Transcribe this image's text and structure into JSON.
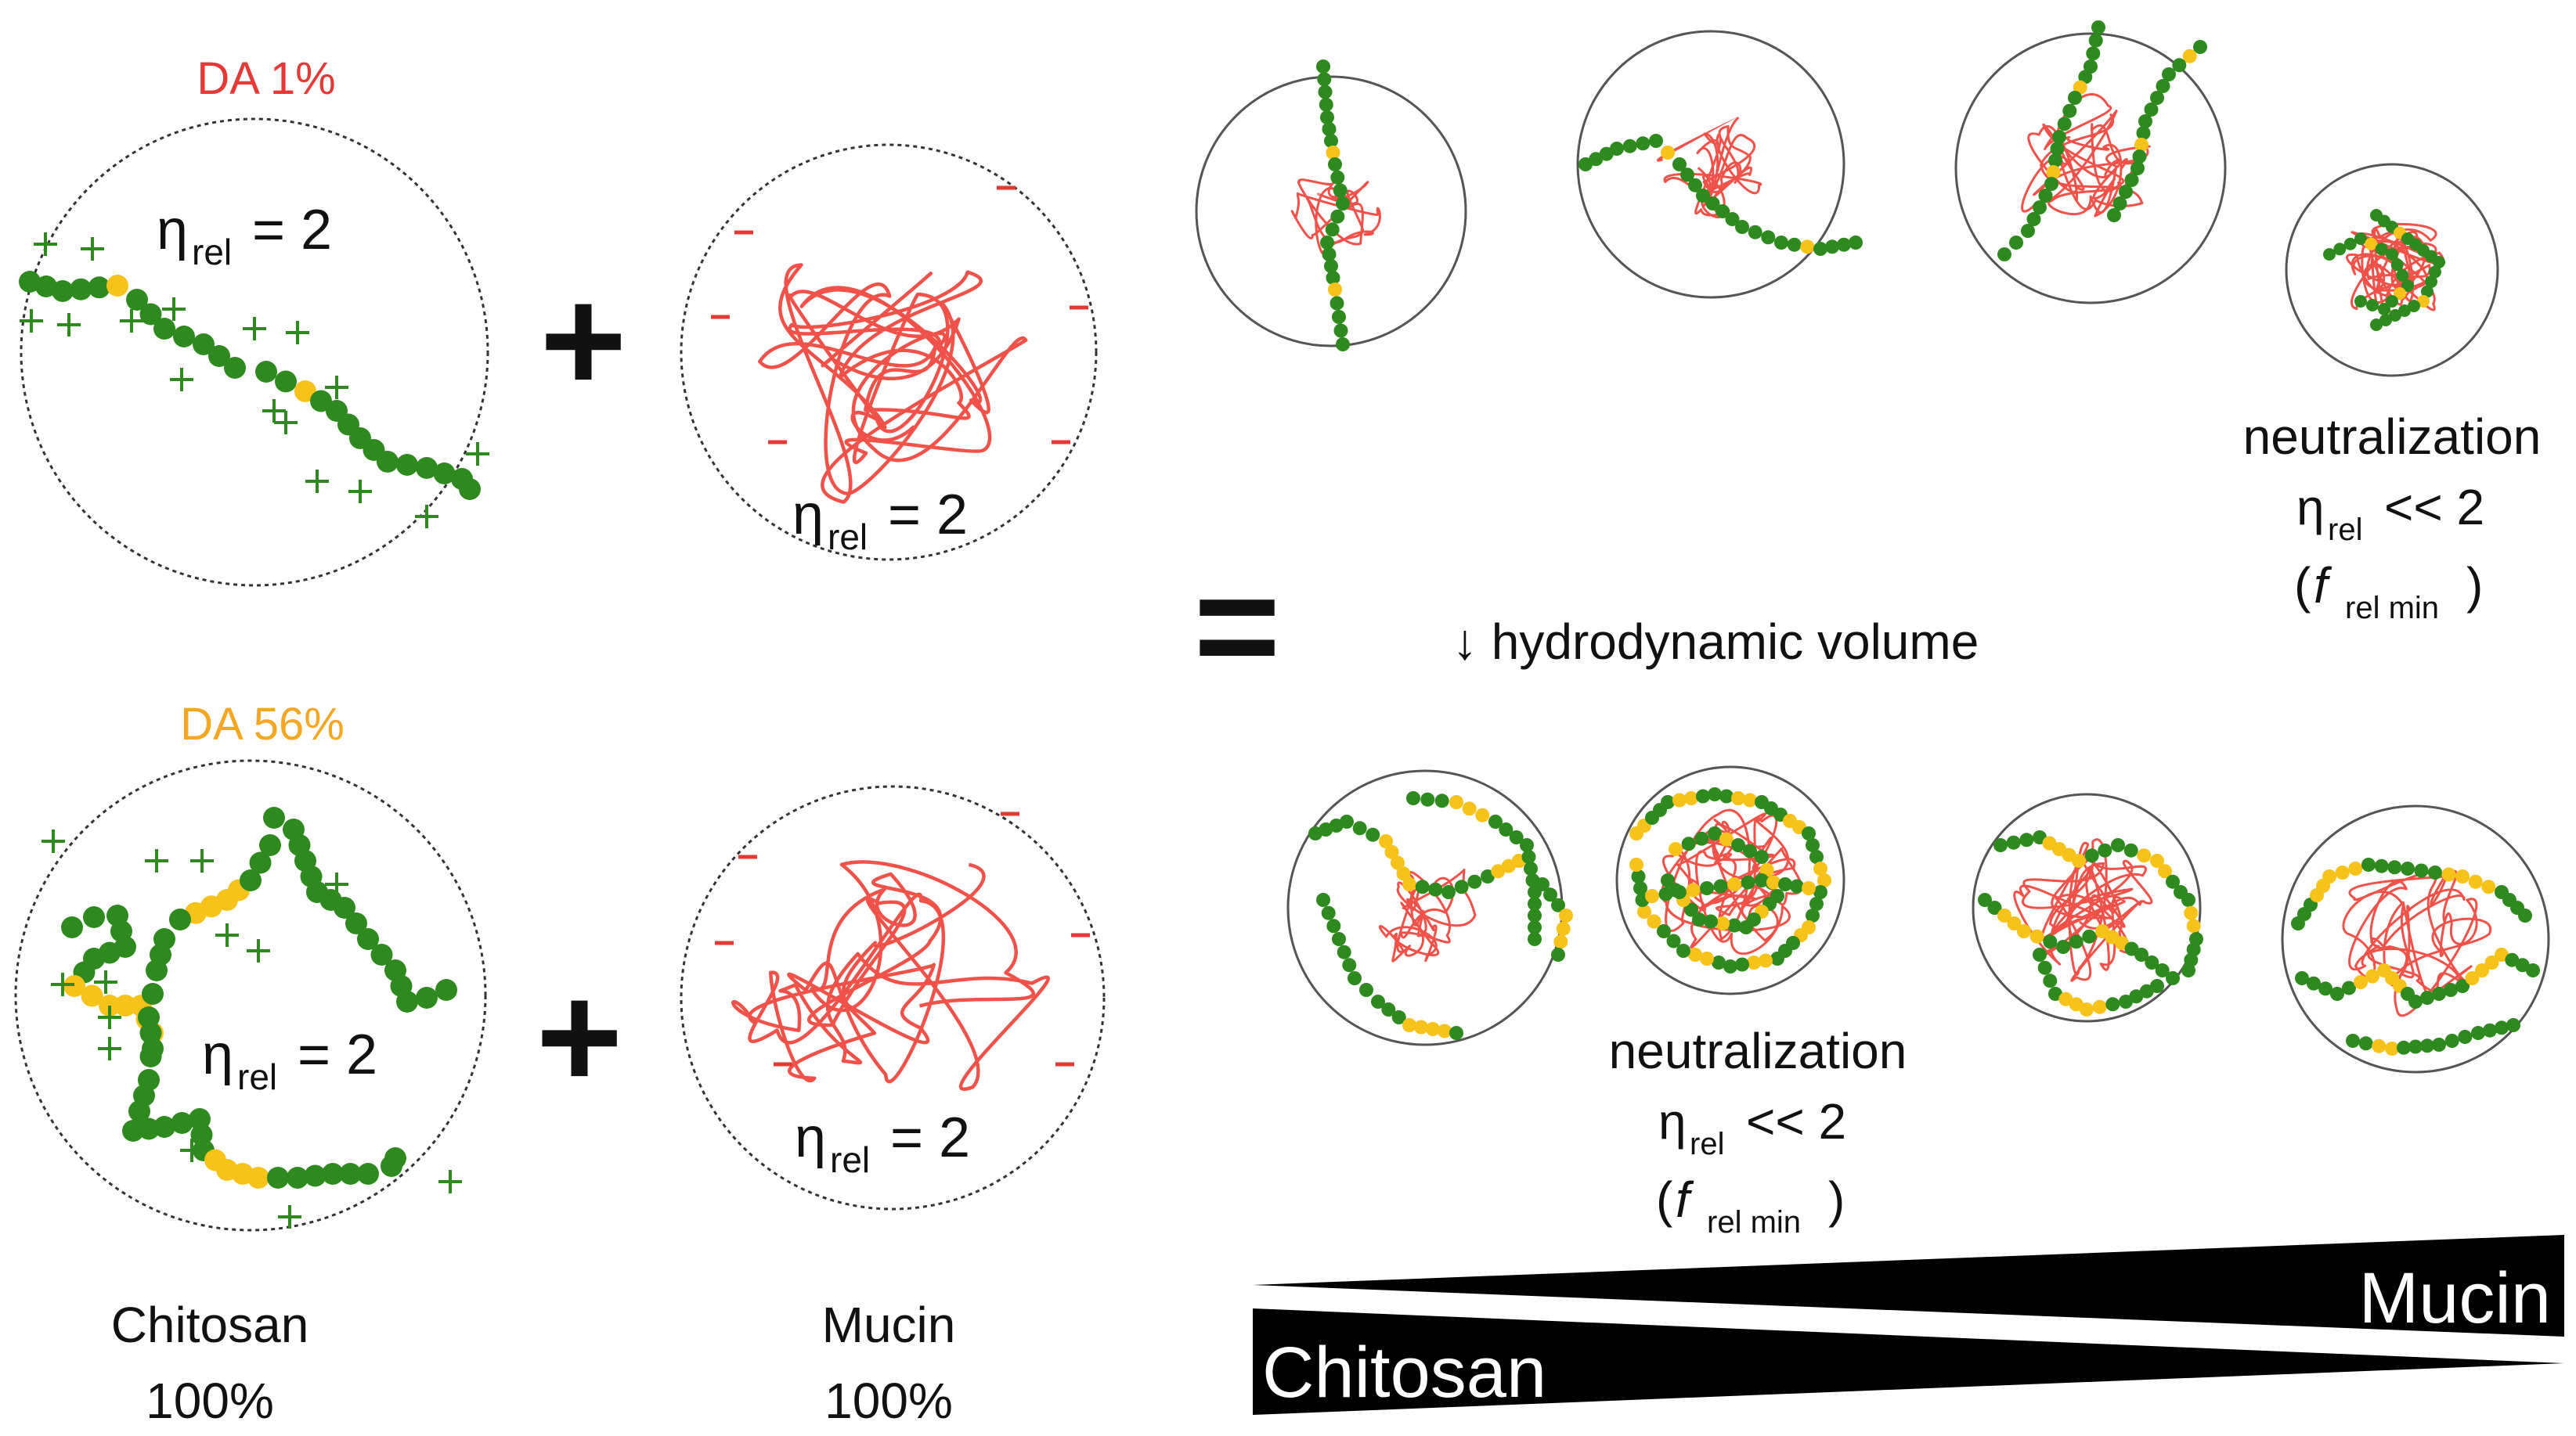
{
  "colors": {
    "chitosan_charged": "#2e8a1e",
    "chitosan_acetylated": "#f7c21a",
    "mucin": "#f0524a",
    "da1_label": "#e53935",
    "da56_label": "#f5a623"
  },
  "labels": {
    "da1": "DA 1%",
    "da56": "DA 56%",
    "eta": "η",
    "rel": "rel",
    "eq2": "= 2",
    "lt2": "<< 2",
    "plus": "+",
    "equals": "=",
    "hydro": "↓ hydrodynamic volume",
    "neutralization": "neutralization",
    "f": "f",
    "relmin": "rel min",
    "paren_open": "(",
    "paren_close": ")",
    "chitosan": "Chitosan",
    "mucin": "Mucin",
    "pct": "100%",
    "wedge_chitosan": "Chitosan",
    "wedge_mucin": "Mucin"
  }
}
